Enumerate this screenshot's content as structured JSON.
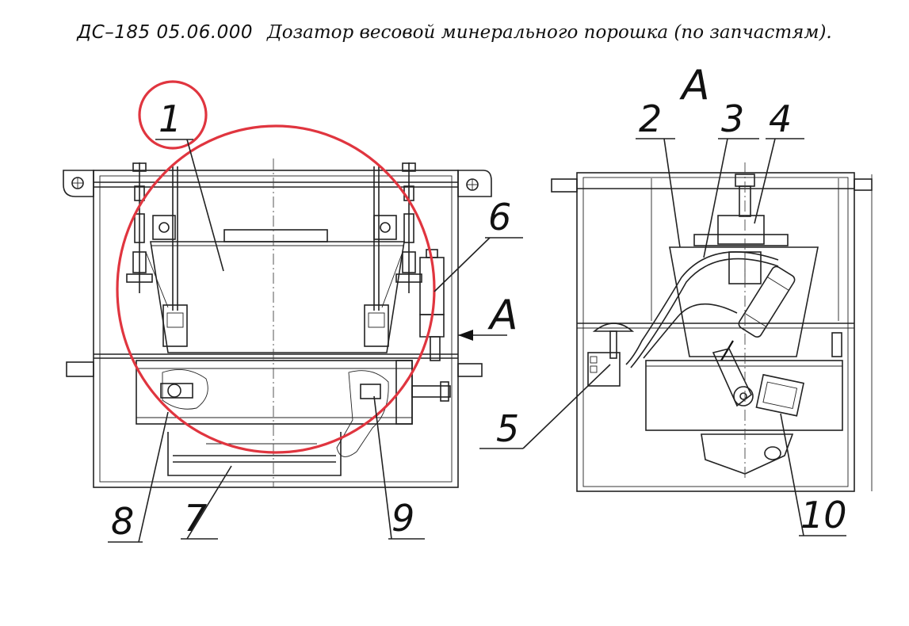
{
  "drawing": {
    "title_code": "ДС–185  05.06.000",
    "title_text": "Дозатор весовой минерального порошка  (по запчастям).",
    "view_label": "А",
    "section_label": "А",
    "highlight_color": "#e0353f",
    "callouts": [
      "1",
      "2",
      "3",
      "4",
      "5",
      "6",
      "7",
      "8",
      "9",
      "10"
    ]
  }
}
